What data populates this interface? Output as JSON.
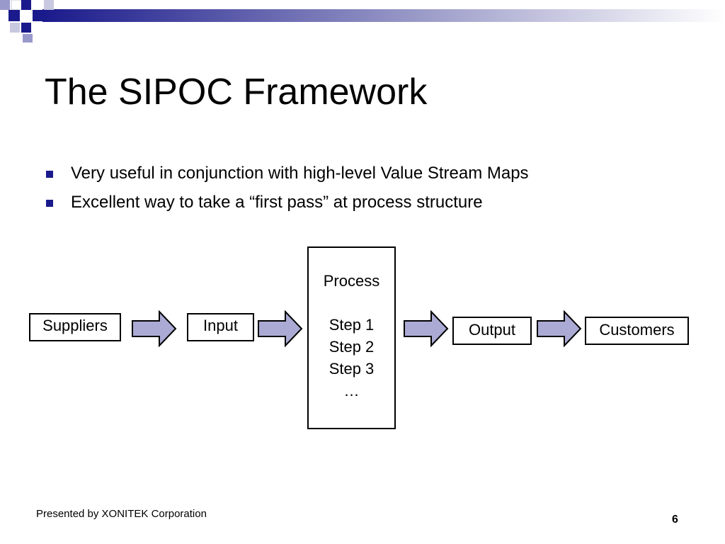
{
  "slide": {
    "title": "The SIPOC Framework",
    "bullets": [
      "Very useful in conjunction with high-level Value Stream Maps",
      "Excellent way to take a “first pass” at process structure"
    ]
  },
  "diagram": {
    "suppliers": "Suppliers",
    "input": "Input",
    "process": {
      "heading": "Process",
      "steps": [
        "Step 1",
        "Step 2",
        "Step 3",
        "…"
      ]
    },
    "output": "Output",
    "customers": "Customers"
  },
  "footer": {
    "presented_by": "Presented by XONITEK Corporation",
    "page_number": "6"
  },
  "colors": {
    "arrow_fill": "#aaaad4",
    "deco_dark": "#1a1a8c",
    "deco_light": "#9999cc"
  }
}
